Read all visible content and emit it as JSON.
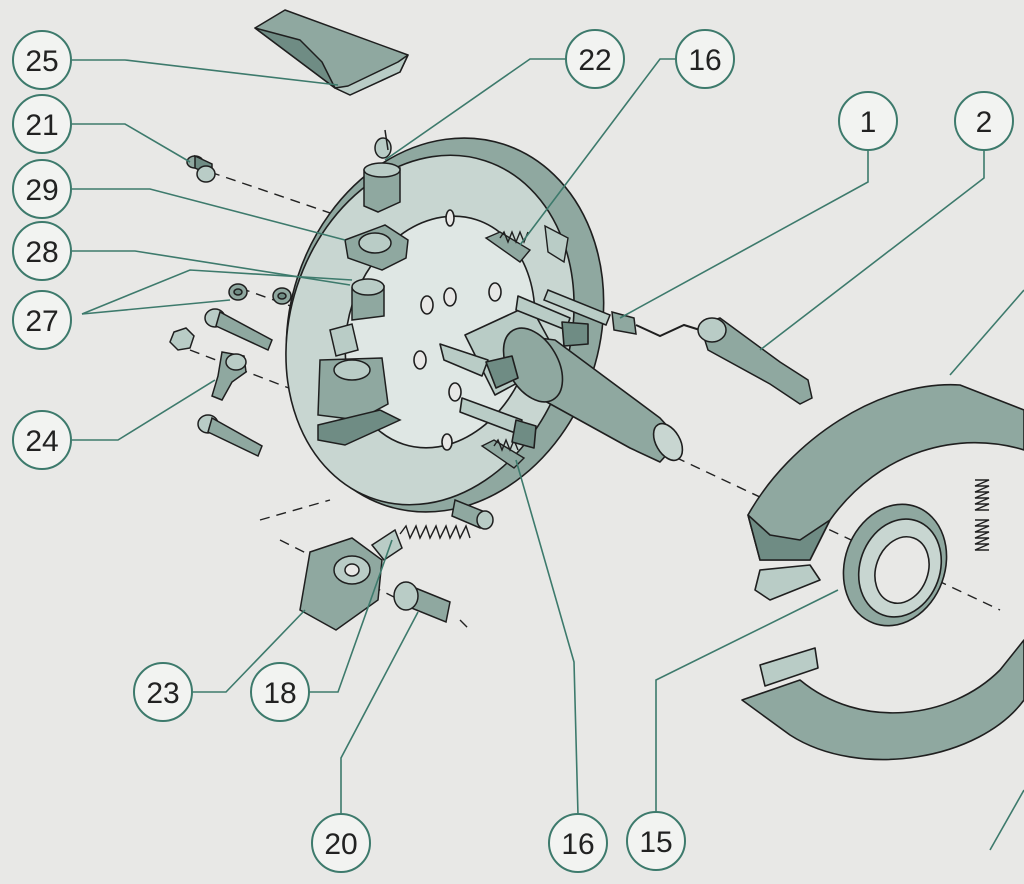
{
  "colors": {
    "background": "#e8e8e6",
    "part_fill": "#8fa8a0",
    "part_fill_dark": "#6f8c84",
    "part_fill_light": "#b9ccc6",
    "drum_face": "#c8d6d1",
    "outline": "#1f1f1f",
    "leader": "#3d7a6c",
    "callout_bg": "#f2f3f1"
  },
  "callouts": [
    {
      "id": "c25",
      "label": "25"
    },
    {
      "id": "c21",
      "label": "21"
    },
    {
      "id": "c29",
      "label": "29"
    },
    {
      "id": "c28",
      "label": "28"
    },
    {
      "id": "c27",
      "label": "27"
    },
    {
      "id": "c24",
      "label": "24"
    },
    {
      "id": "c22",
      "label": "22"
    },
    {
      "id": "c16a",
      "label": "16"
    },
    {
      "id": "c1",
      "label": "1"
    },
    {
      "id": "c2",
      "label": "2"
    },
    {
      "id": "c23",
      "label": "23"
    },
    {
      "id": "c18",
      "label": "18"
    },
    {
      "id": "c20",
      "label": "20"
    },
    {
      "id": "c16b",
      "label": "16"
    },
    {
      "id": "c15",
      "label": "15"
    }
  ]
}
